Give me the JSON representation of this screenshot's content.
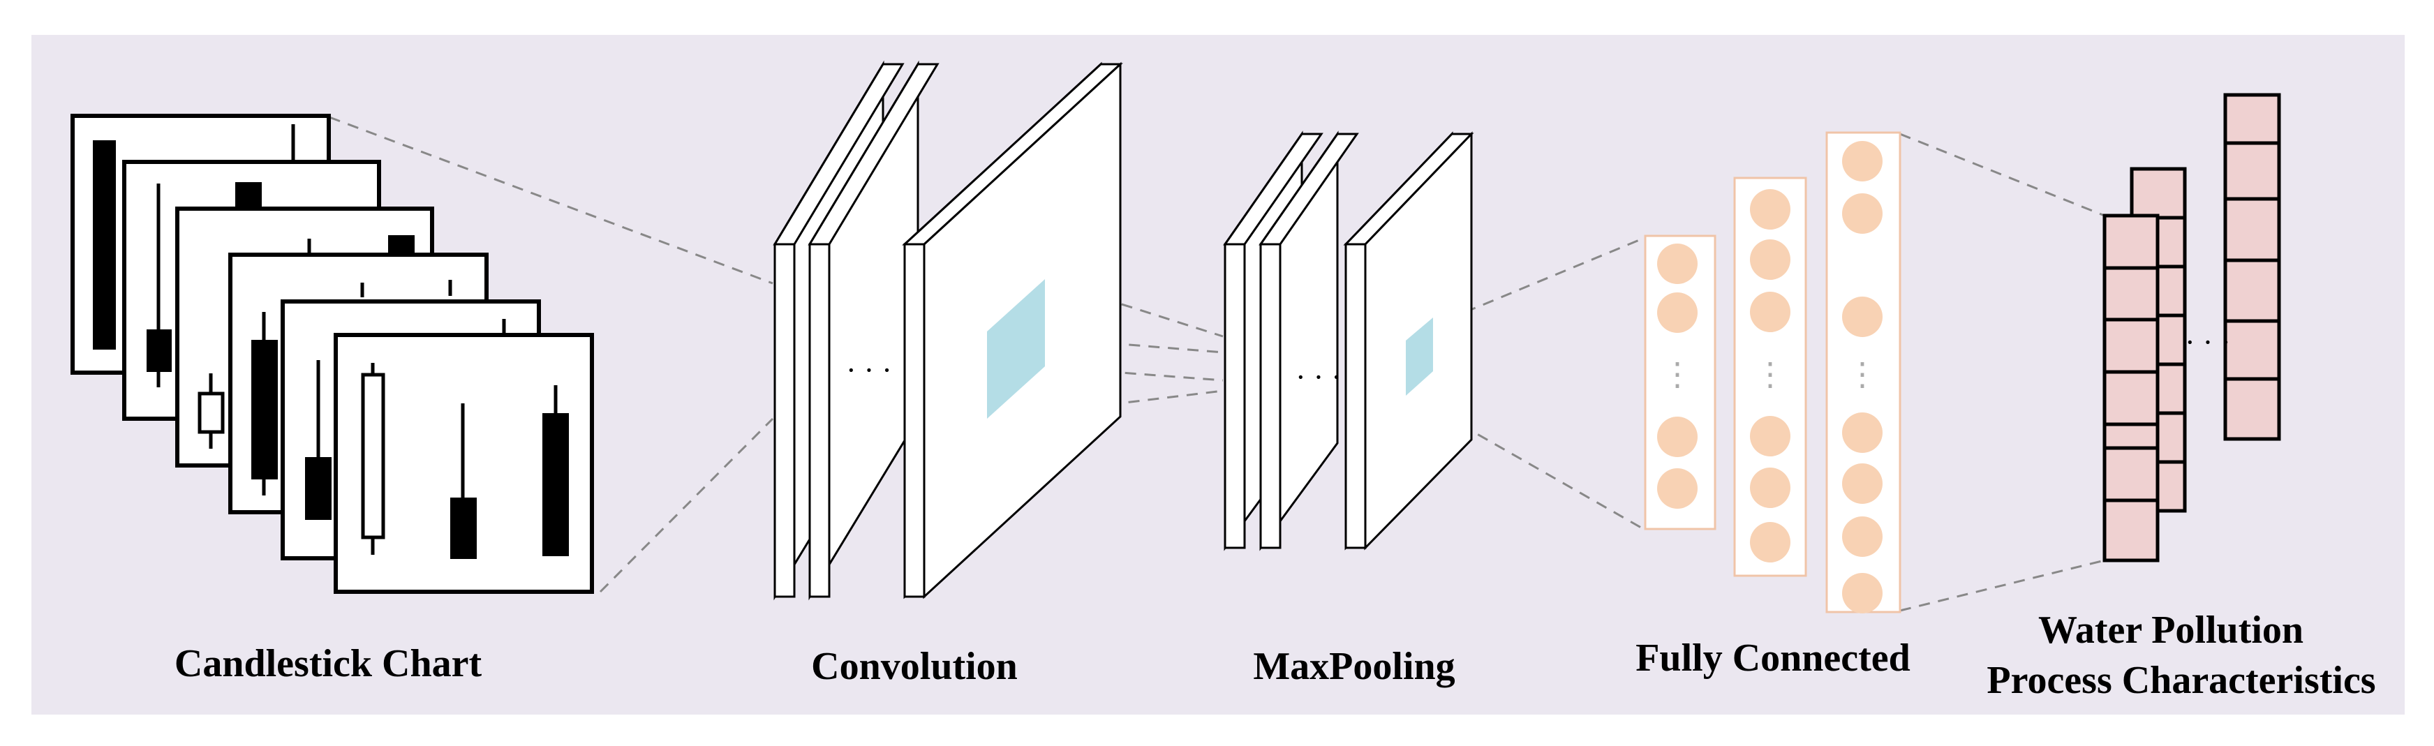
{
  "colors": {
    "background": "#ffffff",
    "panel": "#ebe7f0",
    "sheet": "#ffffff",
    "stroke": "#000000",
    "receptive_field": "#b4dde6",
    "neuron_fill": "#f8d2b4",
    "neuron_column_border": "#f0c4a8",
    "output_cell": "#efd1d1",
    "connector_dash": "#888888"
  },
  "labels": {
    "candlestick": "Candlestick Chart",
    "convolution": "Convolution",
    "maxpooling": "MaxPooling",
    "fully_connected": "Fully Connected",
    "output_line1": "Water Pollution",
    "output_line2": "Process Characteristics"
  },
  "glyphs": {
    "ellipsis_horizontal": "· · ·",
    "ellipsis_vertical": "⋮"
  },
  "structure": {
    "candlestick_chart_count": 6,
    "convolution_map_count": 3,
    "maxpooling_map_count": 3,
    "fully_connected_column_count": 3,
    "output_vector_count": 3
  }
}
